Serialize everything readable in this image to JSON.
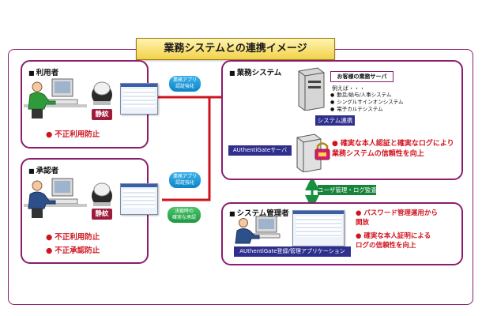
{
  "title": "業務システムとの連携イメージ",
  "panels": {
    "user": {
      "title": "利用者",
      "badge": "静紋",
      "pill": "業務アプリ\n認証強化",
      "items": [
        "不正利用防止"
      ]
    },
    "approver": {
      "title": "承認者",
      "badge": "静紋",
      "pill_top": "業務アプリ\n認証強化",
      "pill_bottom": "決裁時の\n確実な承認",
      "items": [
        "不正利用防止",
        "不正承認防止"
      ]
    },
    "business": {
      "title": "業務システム",
      "server_title": "お客様の業務サーバ",
      "examples_label": "例えば・・・",
      "examples": [
        "勤怠/給与/人事システム",
        "シングルサインオンシステム",
        "電子カルテシステム"
      ],
      "link_label": "システム連携",
      "auth_server_label": "AUthentiGateサーバ",
      "benefit": "確実な本人認証と確実なログにより\n業務システムの信頼性を向上"
    },
    "admin": {
      "title": "システム管理者",
      "connector_label": "ユーザ管理・ログ監査",
      "app_label": "AUthentiGate登録/管理アプリケーション",
      "benefits": [
        "パスワード管理運用から\n開放",
        "確実な本人証明による\nログの信頼性を向上"
      ]
    }
  },
  "colors": {
    "border": "#8c1c6e",
    "arrow": "#d0141e",
    "connector": "#17903f",
    "accent": "#2f2f8e"
  }
}
